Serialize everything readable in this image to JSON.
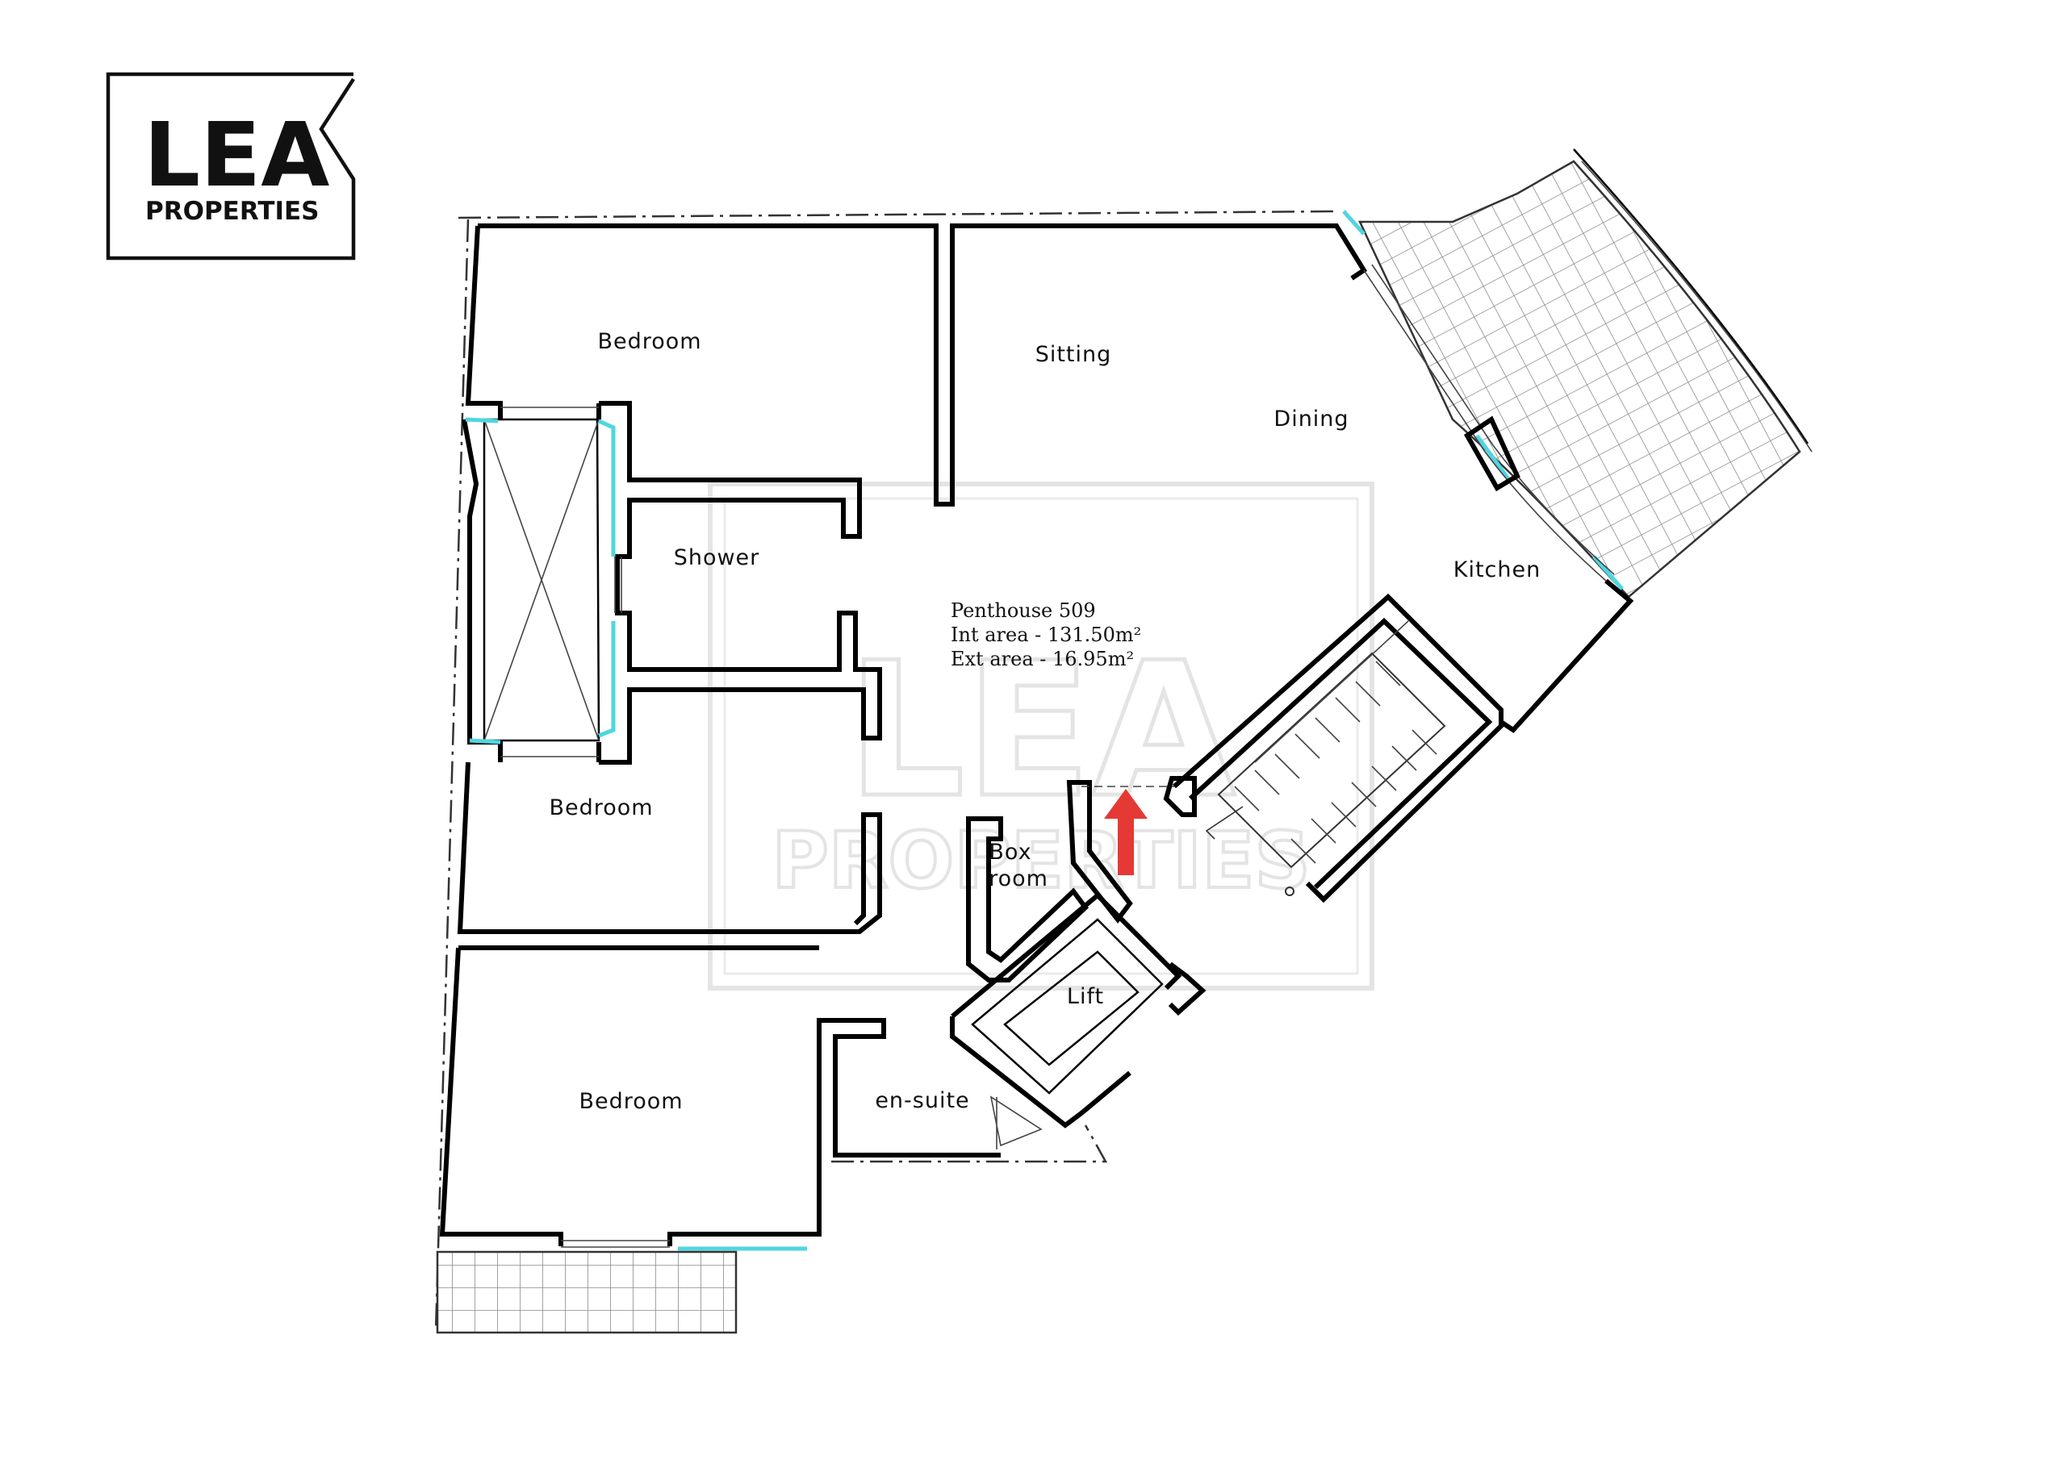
{
  "logo": {
    "name": "LEA",
    "subtitle": "PROPERTIES"
  },
  "rooms": {
    "bedroom_1": "Bedroom",
    "sitting": "Sitting",
    "dining": "Dining",
    "shower": "Shower",
    "kitchen": "Kitchen",
    "bedroom_2": "Bedroom",
    "box_room_line1": "Box",
    "box_room_line2": "room",
    "lift": "Lift",
    "bedroom_3": "Bedroom",
    "en_suite": "en-suite"
  },
  "info": {
    "unit": "Penthouse 509",
    "int_area": "Int area - 131.50m²",
    "ext_area": "Ext area - 16.95m²"
  },
  "colors": {
    "walls": "#000000",
    "glazing": "#4fd6e0",
    "entrance_arrow": "#e53935",
    "watermark": "#dcdcdc"
  },
  "icons": {
    "entrance": "up-arrow-icon"
  }
}
